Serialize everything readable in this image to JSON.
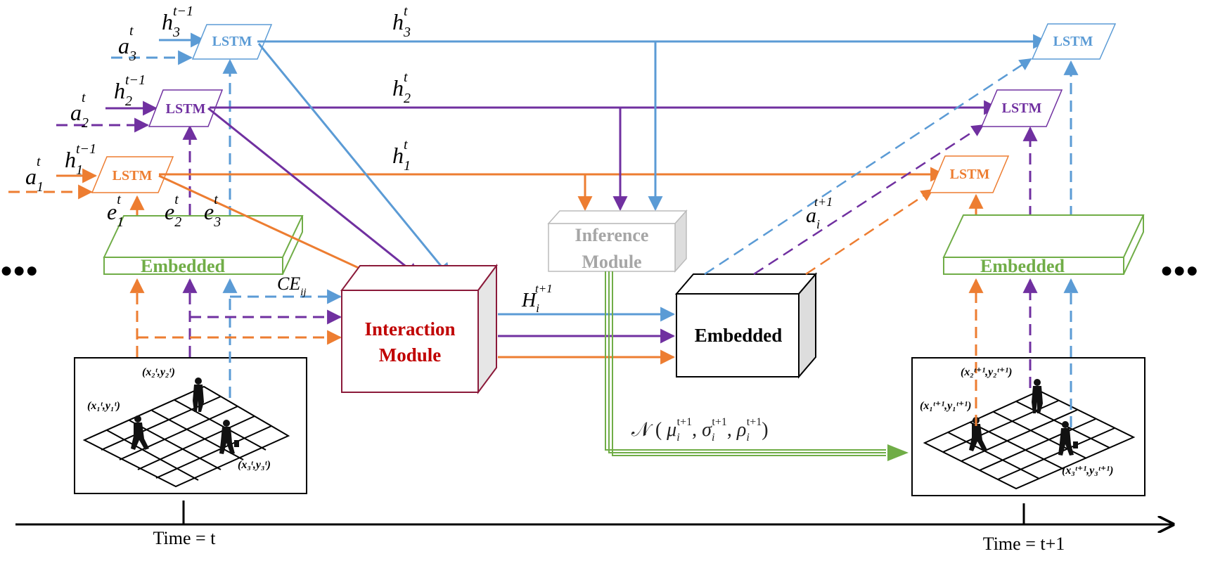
{
  "colors": {
    "blue": "#5b9bd5",
    "purple": "#7030a0",
    "orange": "#ed7d31",
    "green": "#70ad47",
    "dark_red": "#b4001e",
    "box_red_border": "#8b1a3a",
    "gray": "#aaaaaa",
    "black": "#000000"
  },
  "lstm_label": "LSTM",
  "embedded_label": "Embedded",
  "interaction_module": {
    "line1": "Interaction",
    "line2": "Module"
  },
  "inference_module": {
    "line1": "Inference",
    "line2": "Module"
  },
  "embedded_box_label": "Embedded",
  "ellipsis": "●●●",
  "timeline": {
    "label_t": "Time = t",
    "label_t1": "Time = t+1"
  },
  "labels": {
    "a3": {
      "base": "a",
      "sub": "3",
      "sup": "t"
    },
    "a2": {
      "base": "a",
      "sub": "2",
      "sup": "t"
    },
    "a1": {
      "base": "a",
      "sub": "1",
      "sup": "t"
    },
    "h3_prev": {
      "base": "h",
      "sub": "3",
      "sup": "t−1"
    },
    "h2_prev": {
      "base": "h",
      "sub": "2",
      "sup": "t−1"
    },
    "h1_prev": {
      "base": "h",
      "sub": "1",
      "sup": "t−1"
    },
    "h3": {
      "base": "h",
      "sub": "3",
      "sup": "t"
    },
    "h2": {
      "base": "h",
      "sub": "2",
      "sup": "t"
    },
    "h1": {
      "base": "h",
      "sub": "1",
      "sup": "t"
    },
    "e1": {
      "base": "e",
      "sub": "1",
      "sup": "t"
    },
    "e2": {
      "base": "e",
      "sub": "2",
      "sup": "t"
    },
    "e3": {
      "base": "e",
      "sub": "3",
      "sup": "t"
    },
    "ce": {
      "base": "CE",
      "sub": "ij",
      "sup": ""
    },
    "H": {
      "base": "H",
      "sub": "i",
      "sup": "t+1"
    },
    "ai_next": {
      "base": "a",
      "sub": "i",
      "sup": "t+1"
    }
  },
  "gaussian": {
    "prefix": "𝒩 (",
    "mu": "μ",
    "sigma": "σ",
    "rho": "ρ",
    "sub": "i",
    "sup": "t+1",
    "comma": ",",
    "suffix": ")"
  },
  "scene_t": {
    "p1": "(x₁ᵗ,y₁ᵗ)",
    "p2": "(x₂ᵗ,y₂ᵗ)",
    "p3": "(x₃ᵗ,y₃ᵗ)"
  },
  "scene_t1": {
    "p1": "(x₁ᵗ⁺¹,y₁ᵗ⁺¹)",
    "p2": "(x₂ᵗ⁺¹,y₂ᵗ⁺¹)",
    "p3": "(x₃ᵗ⁺¹,y₃ᵗ⁺¹)"
  }
}
